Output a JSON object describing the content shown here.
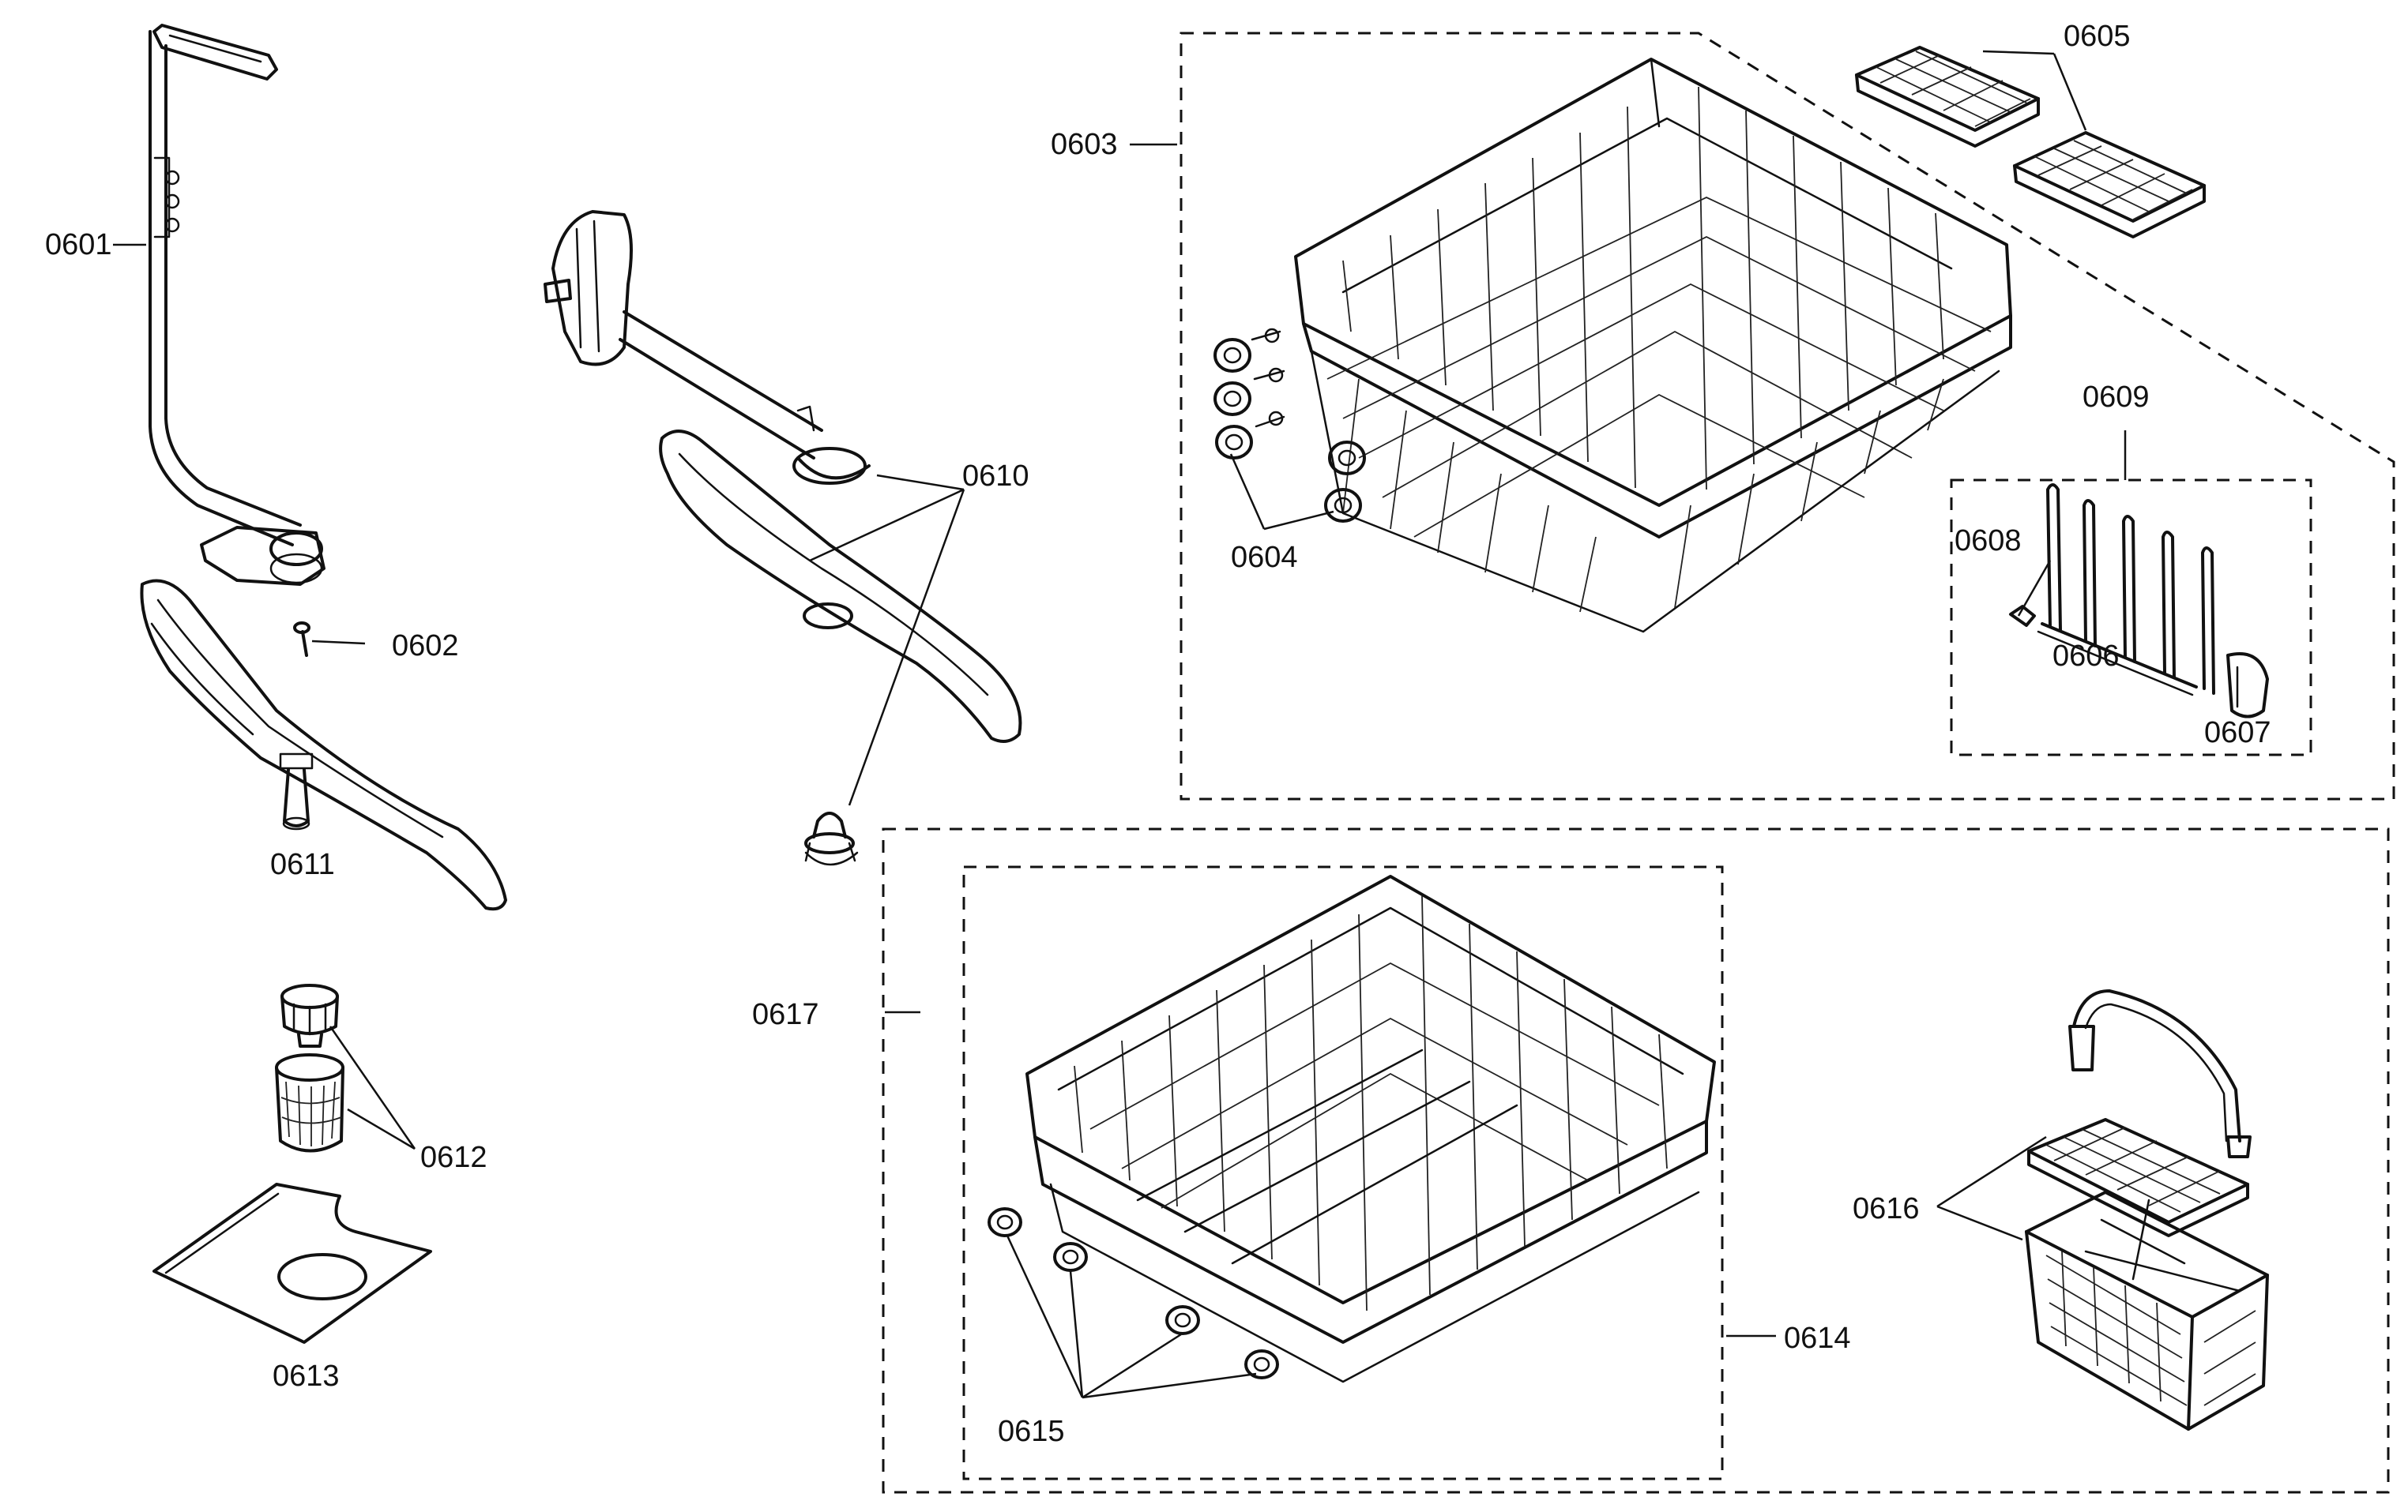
{
  "labels": {
    "p0601": "0601",
    "p0602": "0602",
    "p0603": "0603",
    "p0604": "0604",
    "p0605": "0605",
    "p0606": "0606",
    "p0607": "0607",
    "p0608": "0608",
    "p0609": "0609",
    "p0610": "0610",
    "p0611": "0611",
    "p0612": "0612",
    "p0613": "0613",
    "p0614": "0614",
    "p0615": "0615",
    "p0616": "0616",
    "p0617": "0617"
  }
}
